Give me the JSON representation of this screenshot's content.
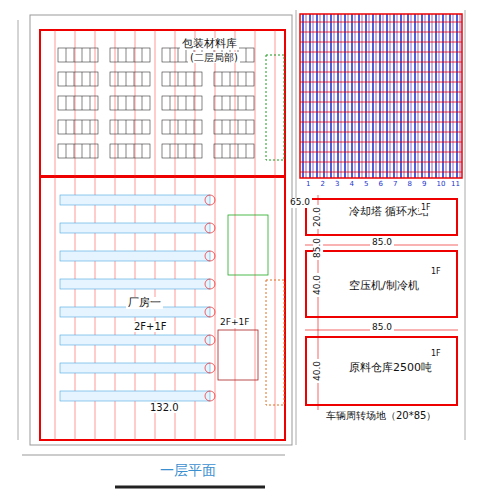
{
  "diagram": {
    "title": "一层平面",
    "nodes": [
      {
        "text": [
          "包装材料库",
          "(二层局部)"
        ]
      },
      {
        "text": [
          "厂房一",
          "2F+1F"
        ]
      },
      {
        "text": [
          "冷却塔 循环水站",
          "1F"
        ]
      },
      {
        "text": [
          "空压机/制冷机",
          "1F"
        ]
      },
      {
        "text": [
          "原料仓库2500吨",
          "1F"
        ]
      }
    ],
    "labels": [
      "2F+1F",
      "65.0",
      "20.0",
      "85.0",
      "85.0",
      "40.0",
      "85.0",
      "40.0",
      "132.0",
      "车辆周转场地（20*85）",
      "1",
      "2",
      "3",
      "4",
      "5",
      "6",
      "7",
      "8",
      "9",
      "10",
      "11"
    ]
  }
}
